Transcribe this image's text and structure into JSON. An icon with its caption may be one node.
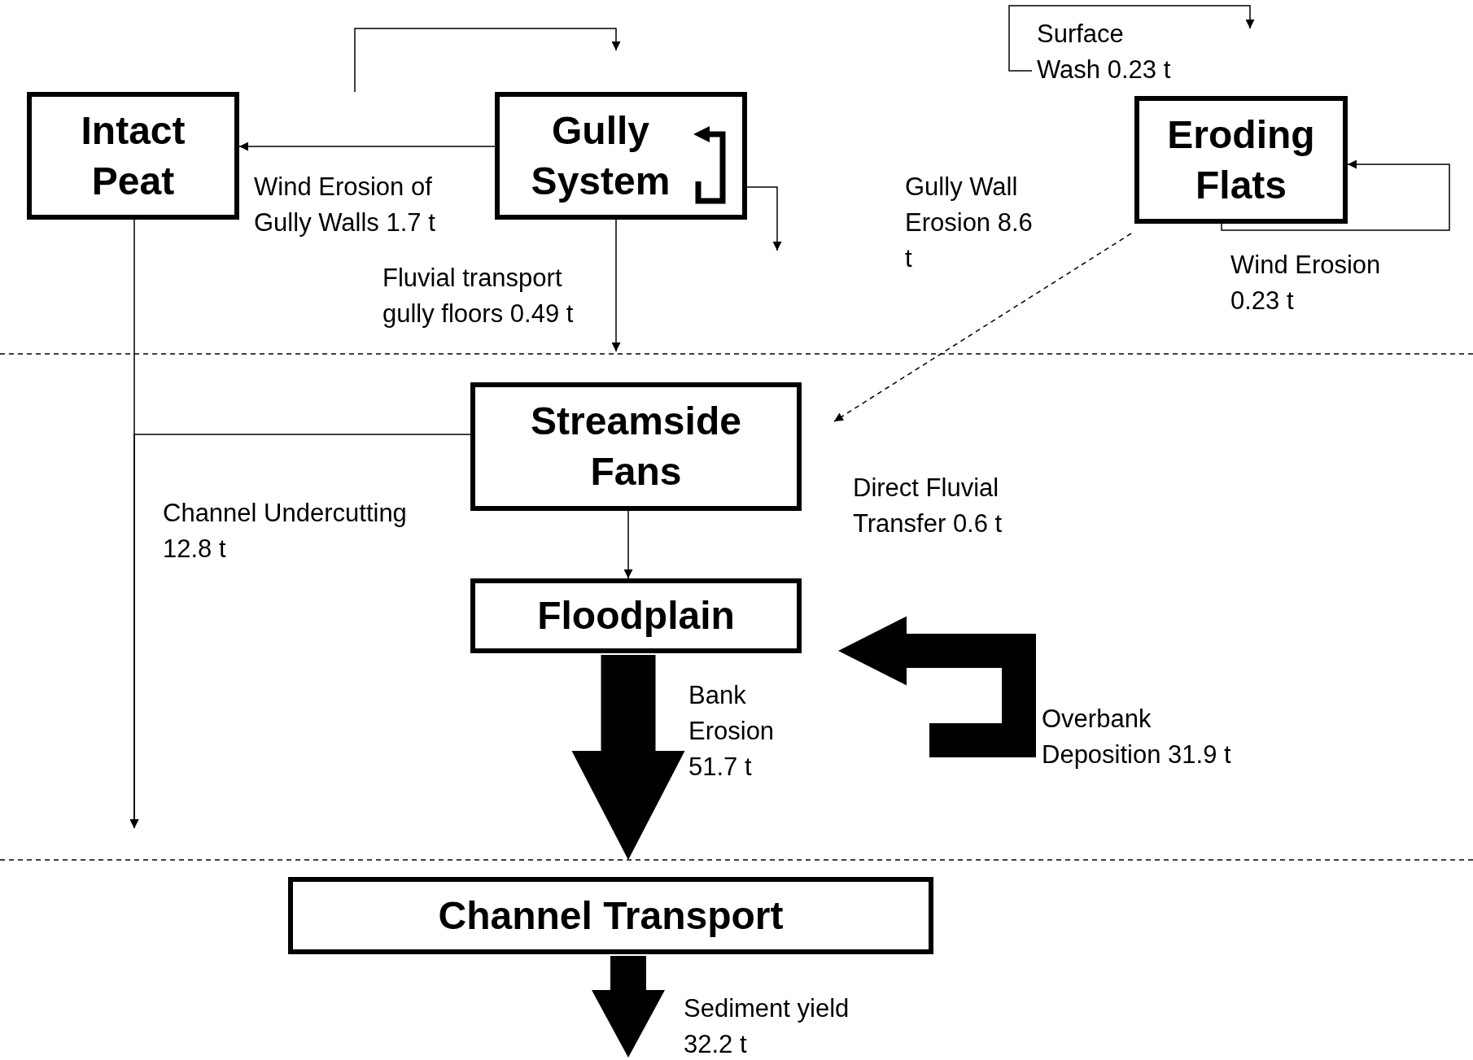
{
  "diagram": {
    "nodes": [
      {
        "text": [
          "Intact Peat"
        ]
      },
      {
        "text": [
          "Gully System"
        ]
      },
      {
        "text": [
          "Eroding Flats"
        ]
      },
      {
        "text": [
          "Streamside Fans"
        ]
      },
      {
        "text": [
          "Floodplain"
        ]
      },
      {
        "text": [
          "Channel Transport"
        ]
      }
    ],
    "edges": [
      {
        "from": 1,
        "to": 0,
        "arrow": "to",
        "label": "Wind Erosion of Gully Walls 1.7 t"
      },
      {
        "from": 1,
        "to": 3,
        "arrow": "to",
        "label": "Fluvial transport gully floors 0.49 t"
      },
      {
        "from": 1,
        "to": null,
        "arrow": "to"
      },
      {
        "from": 2,
        "to": 2,
        "arrow": "to",
        "label": "Wind Erosion 0.23 t"
      },
      {
        "from": 2,
        "to": 3,
        "arrow": "to",
        "style": "dashed"
      },
      {
        "from": 0,
        "to": null,
        "arrow": "to",
        "label": "Channel Undercutting 12.8 t"
      },
      {
        "from": 3,
        "to": null,
        "arrow": "to"
      },
      {
        "from": 3,
        "to": 4,
        "arrow": "to"
      },
      {
        "from": 4,
        "to": 5,
        "arrow": "to",
        "style": "thick",
        "label": "Bank Erosion 51.7 t"
      },
      {
        "from": null,
        "to": 4,
        "arrow": "to",
        "style": "thick",
        "label": "Overbank Deposition 31.9 t"
      },
      {
        "from": 5,
        "to": null,
        "arrow": "to",
        "style": "thick",
        "label": "Sediment yield 32.2 t"
      }
    ],
    "labels": [
      "Surface Wash 0.23 t",
      "Gully Wall Erosion 8.6 t",
      "Direct Fluvial Transfer 0.6 t"
    ]
  }
}
